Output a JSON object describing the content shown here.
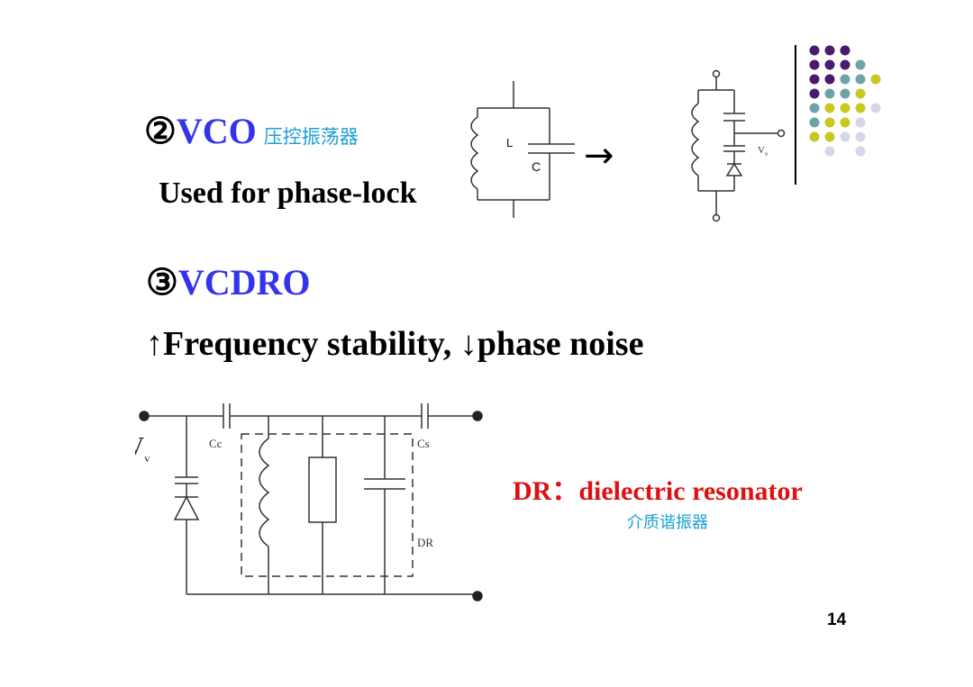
{
  "slide": {
    "vco_heading": {
      "marker": "②",
      "title": "VCO",
      "cn": "压控振荡器"
    },
    "vco_usage": "Used for phase-lock",
    "vcdro_heading": {
      "marker": "③",
      "title": "VCDRO"
    },
    "vcdro_benefits": "↑Frequency stability, ↓phase noise",
    "dr_definition": "DR：dielectric resonator",
    "dr_cn": "介质谐振器",
    "page_number": "14"
  },
  "lc_circuit": {
    "inductor_label": "L",
    "capacitor_label": "C",
    "arrow": "→"
  },
  "vco_circuit": {
    "control_label": "V",
    "control_sub": "v"
  },
  "vcdro_circuit": {
    "control_label": "V",
    "control_sub": "v",
    "coupling_cap_left": "Cc",
    "coupling_cap_right": "Cs",
    "dr_box_label": "DR"
  },
  "decoration": {
    "colors": {
      "purple": "#4a1a6e",
      "teal": "#6fa3a6",
      "yellow": "#c8c81e",
      "lavender": "#d6d6ea"
    }
  }
}
